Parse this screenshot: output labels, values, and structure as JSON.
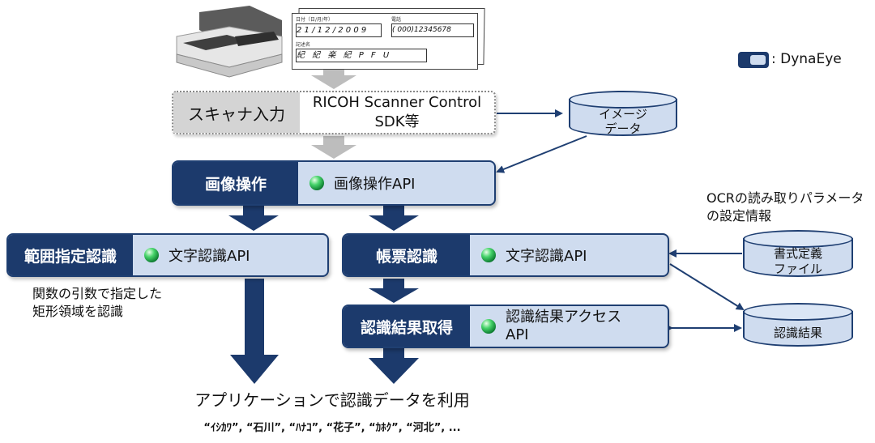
{
  "legend": {
    "label": ": DynaEye"
  },
  "scanner_input": {
    "label": "スキャナ入力",
    "sdk": "RICOH Scanner Control\nSDK等"
  },
  "image_data_db": {
    "label": "イメージ\nデータ"
  },
  "image_ops": {
    "label": "画像操作",
    "api": "画像操作API"
  },
  "range_recog": {
    "label": "範囲指定認識",
    "api": "文字認識API"
  },
  "form_recog": {
    "label": "帳票認識",
    "api": "文字認識API"
  },
  "result_get": {
    "label": "認識結果取得",
    "api": "認識結果アクセス\nAPI"
  },
  "def_file_db": {
    "label": "書式定義\nファイル"
  },
  "result_db": {
    "label": "認識結果"
  },
  "ocr_note": "OCRの読み取りパラメータ\nの設定情報",
  "range_note": "関数の引数で指定した\n矩形領域を認識",
  "app_text": "アプリケーションで認識データを利用",
  "example_text": "“ｲｼｶﾜ”, “石川”, “ﾊﾅｺ”, “花子”, “ｶﾎｸ”, “河北”, ...",
  "form_fields": {
    "date_label": "日付（日/月/年）",
    "date_value": "2 1 / 1 2 / 2 0 0 9",
    "phone_label": "電話",
    "phone_value": "( 000)12345678",
    "name_label": "記述名",
    "name_value": "紀 紀 楽 紀 P F U"
  }
}
